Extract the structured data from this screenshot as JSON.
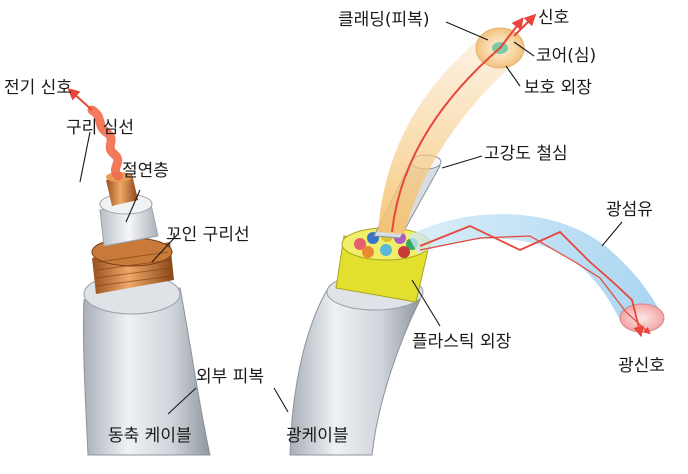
{
  "coax": {
    "electric_signal": "전기 신호",
    "copper_core": "구리 심선",
    "insulation": "절연층",
    "braided_copper": "꼬인 구리선",
    "outer_sheath": "외부 피복",
    "caption": "동축 케이블"
  },
  "fiber_cable": {
    "cladding": "클래딩(피복)",
    "signal": "신호",
    "core": "코어(심)",
    "protective_jacket": "보호 외장",
    "steel_wire": "고강도 철심",
    "optical_fiber": "광섬유",
    "plastic_jacket": "플라스틱 외장",
    "light_signal": "광신호",
    "caption": "광케이블"
  },
  "colors": {
    "cable_sheath": "#c9cfd6",
    "copper": "#d98b45",
    "signal_arrow": "#e8463a",
    "fiber_glow": "#9fd3ee",
    "plastic_jacket": "#e6e23a"
  }
}
